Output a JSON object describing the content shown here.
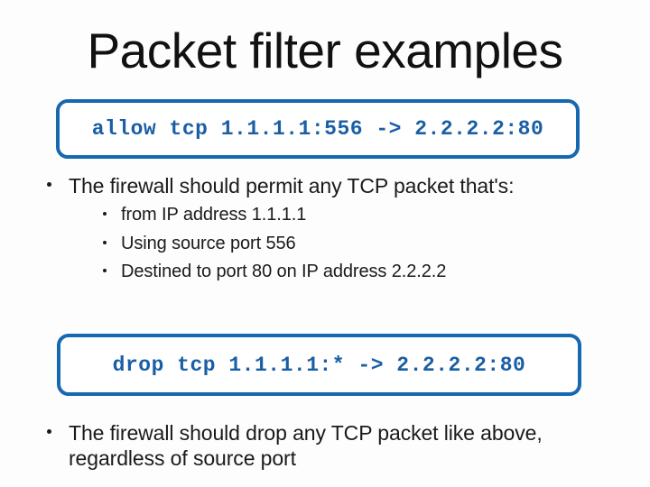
{
  "slide": {
    "title": "Packet filter examples",
    "background_color": "#fdfdfd",
    "accent_color": "#1668b0",
    "code_text_color": "#1a5fa5",
    "body_text_color": "#1a1a1a"
  },
  "rules": [
    {
      "id": "allow-rule",
      "text": "allow tcp 1.1.1.1:556 -> 2.2.2.2:80"
    },
    {
      "id": "drop-rule",
      "text": "drop tcp 1.1.1.1:* -> 2.2.2.2:80"
    }
  ],
  "explanations": [
    {
      "id": "allow-explanation",
      "lead": "The firewall should permit any TCP packet that's:",
      "details": [
        "from IP address 1.1.1.1",
        "Using source port 556",
        "Destined to port 80 on IP address 2.2.2.2"
      ]
    },
    {
      "id": "drop-explanation",
      "lead": "The firewall should drop any TCP packet like above, regardless of source port",
      "details": []
    }
  ]
}
